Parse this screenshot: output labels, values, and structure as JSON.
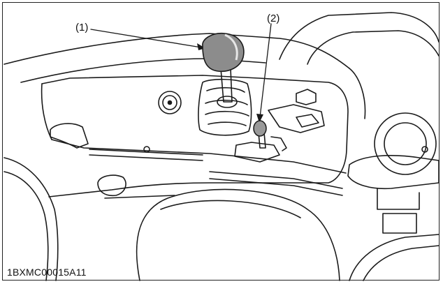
{
  "figure": {
    "callouts": [
      {
        "label": "(1)"
      },
      {
        "label": "(2)"
      }
    ],
    "code": "1BXMC00015A11"
  },
  "style": {
    "line_color": "#1a1a1a",
    "knob_fill": "#8c8c8c",
    "knob_small_fill": "#999999"
  }
}
